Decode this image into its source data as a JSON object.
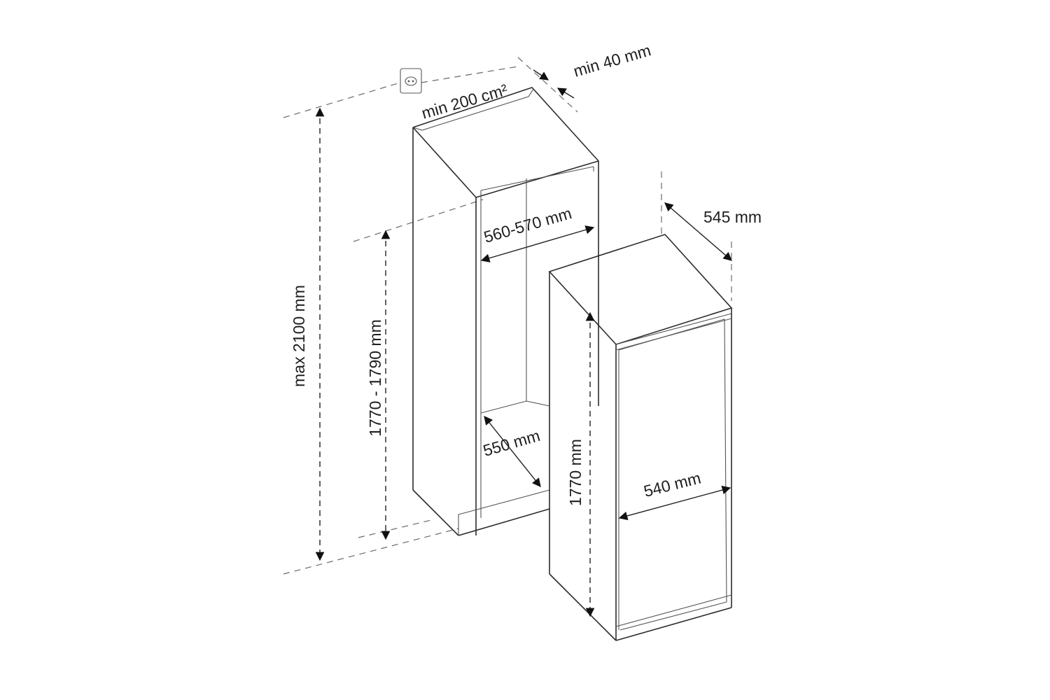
{
  "dimensions": {
    "ventilation_area": "min 200 cm²",
    "rear_clearance": "min 40 mm",
    "niche_width": "560-570 mm",
    "niche_depth": "550 mm",
    "niche_height": "1770 - 1790 mm",
    "max_height": "max 2100 mm",
    "appliance_depth": "545 mm",
    "appliance_width": "540 mm",
    "appliance_height": "1770 mm"
  },
  "icons": {
    "socket": "power-socket-icon"
  },
  "colors": {
    "line": "#2b2b2b",
    "background": "#ffffff"
  }
}
